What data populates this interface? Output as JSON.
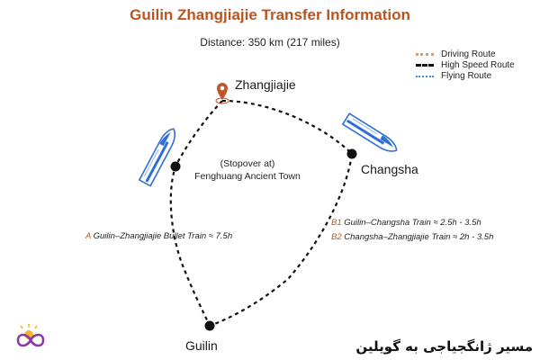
{
  "title": "Guilin Zhangjiajie Transfer Information",
  "distance": "Distance: 350 km (217 miles)",
  "legend": [
    {
      "label": "Driving Route",
      "style": "driving"
    },
    {
      "label": "High Speed Route",
      "style": "hsr"
    },
    {
      "label": "Flying Route",
      "style": "flying"
    }
  ],
  "cities": {
    "zhangjiajie": "Zhangjiajie",
    "changsha": "Changsha",
    "guilin": "Guilin"
  },
  "stopover": {
    "line1": "(Stopover at)",
    "line2": "Fenghuang Ancient Town"
  },
  "routes": {
    "a": {
      "code": "A",
      "text": " Guilin–Zhangjiajie Bullet Train ≈ 7.5h"
    },
    "b1": {
      "code": "B1",
      "text": " Guilin–Changsha Train ≈ 2.5h - 3.5h"
    },
    "b2": {
      "code": "B2",
      "text": " Changsha–Zhangjiajie Train ≈ 2h - 3.5h"
    }
  },
  "footer": "مسیر ژانگجیاجی به گویلین",
  "colors": {
    "title": "#b9541f",
    "route_code": "#c05a1e",
    "marker": "#c0572b",
    "train_blue": "#2f6fd6"
  },
  "icons": [
    "location-pin-icon",
    "bullet-train-icon",
    "brand-logo-icon"
  ]
}
